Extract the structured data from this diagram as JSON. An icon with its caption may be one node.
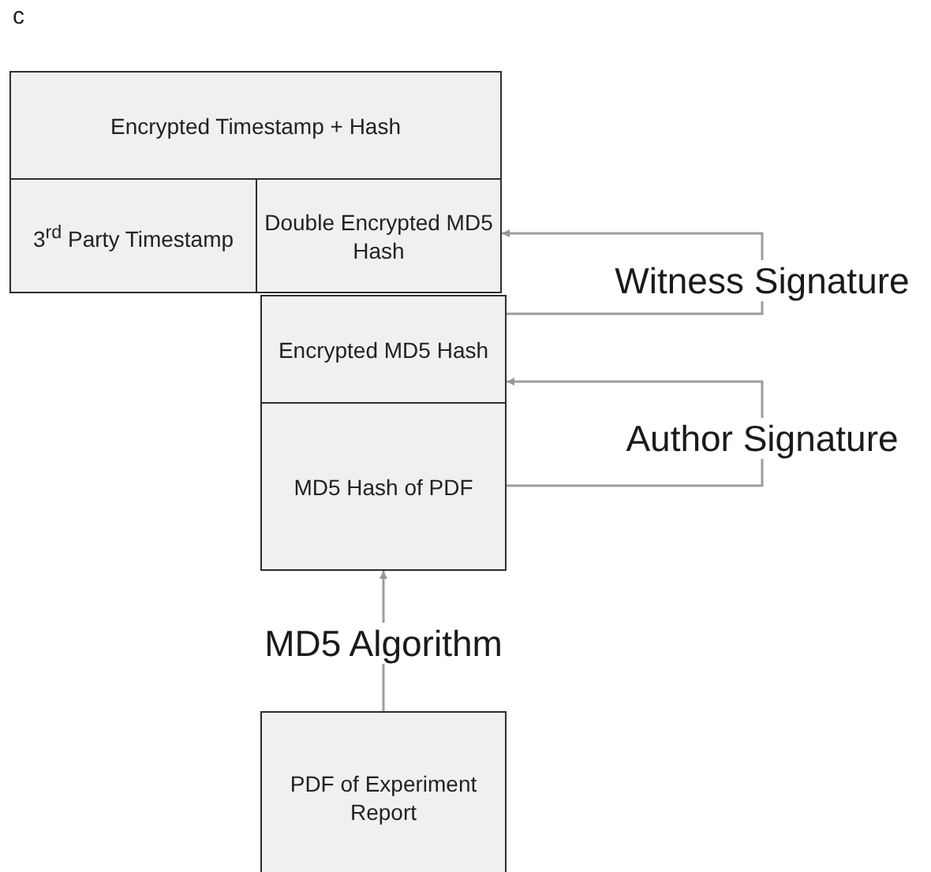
{
  "diagram": {
    "nodes": [
      {
        "text": [
          "Encrypted Timestamp + Hash"
        ]
      },
      {
        "text": [
          "3$^{rd}$ Party Timestamp"
        ]
      },
      {
        "text": [
          "Double Encrypted MD5 Hash"
        ]
      },
      {
        "text": [
          "Encrypted MD5 Hash"
        ]
      },
      {
        "text": [
          "MD5 Hash of PDF"
        ]
      },
      {
        "text": [
          "PDF of Experiment Report"
        ]
      }
    ],
    "edges": [
      {
        "from": 3,
        "to": 2,
        "arrow": "to",
        "label": "Witness Signature"
      },
      {
        "from": 4,
        "to": 3,
        "arrow": "to",
        "label": "Author Signature"
      },
      {
        "from": 5,
        "to": 4,
        "arrow": "to",
        "label": "MD5 Algorithm"
      }
    ],
    "labels": [
      "c"
    ]
  }
}
